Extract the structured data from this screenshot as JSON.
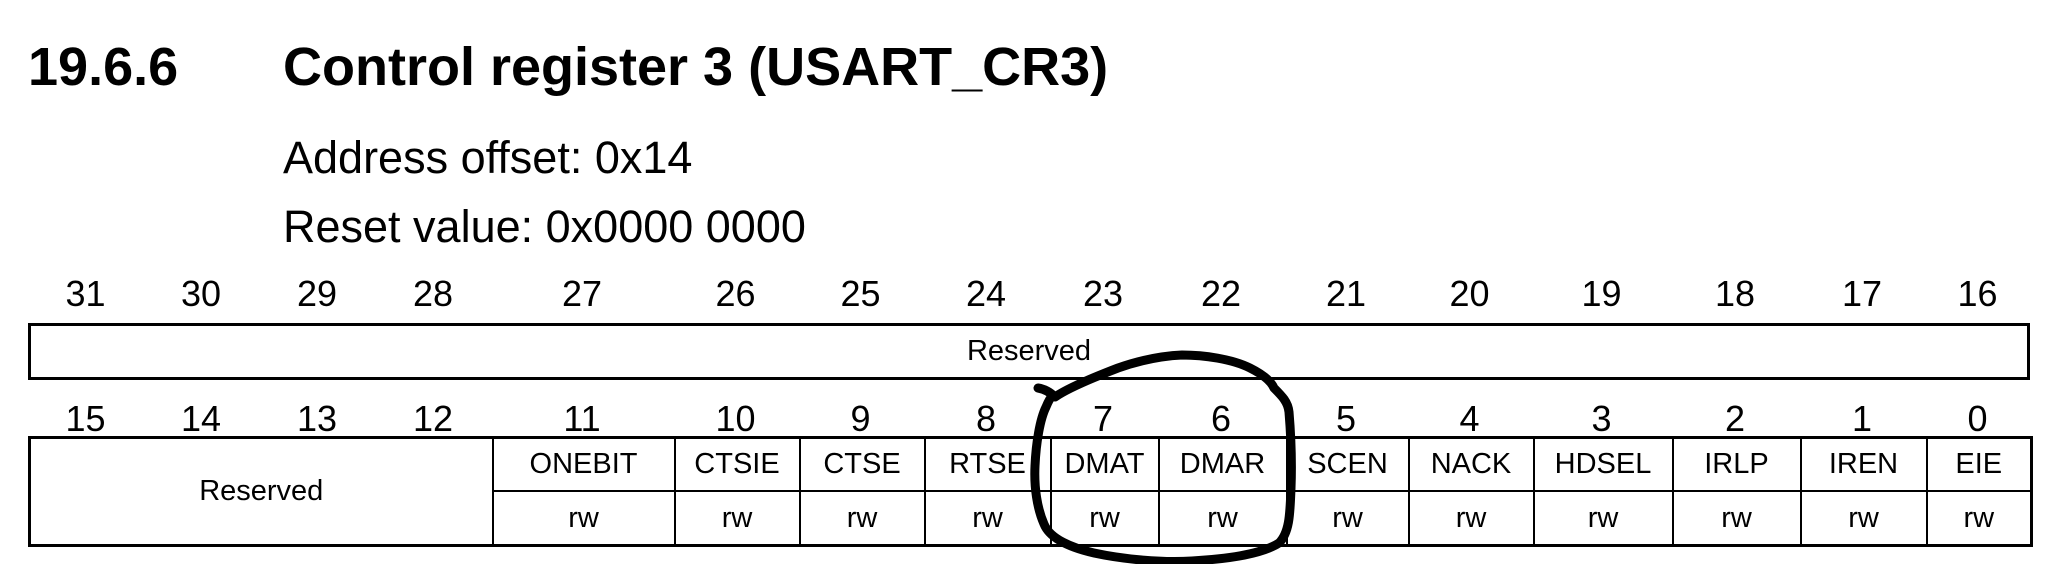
{
  "page": {
    "background": "#ffffff",
    "text_color": "#000000"
  },
  "section": {
    "number": "19.6.6",
    "title": "Control register 3 (USART_CR3)"
  },
  "details": {
    "address_offset": "Address offset: 0x14",
    "reset_value": "Reset value: 0x0000 0000"
  },
  "register": {
    "high": {
      "bits": [
        "31",
        "30",
        "29",
        "28",
        "27",
        "26",
        "25",
        "24",
        "23",
        "22",
        "21",
        "20",
        "19",
        "18",
        "17",
        "16"
      ],
      "field": {
        "name": "Reserved",
        "bits": "31:16"
      }
    },
    "low": {
      "bits": [
        "15",
        "14",
        "13",
        "12",
        "11",
        "10",
        "9",
        "8",
        "7",
        "6",
        "5",
        "4",
        "3",
        "2",
        "1",
        "0"
      ],
      "reserved": {
        "name": "Reserved",
        "bits": "15:12"
      },
      "fields": [
        {
          "name": "ONEBIT",
          "bit": "11",
          "access": "rw"
        },
        {
          "name": "CTSIE",
          "bit": "10",
          "access": "rw"
        },
        {
          "name": "CTSE",
          "bit": "9",
          "access": "rw"
        },
        {
          "name": "RTSE",
          "bit": "8",
          "access": "rw"
        },
        {
          "name": "DMAT",
          "bit": "7",
          "access": "rw"
        },
        {
          "name": "DMAR",
          "bit": "6",
          "access": "rw"
        },
        {
          "name": "SCEN",
          "bit": "5",
          "access": "rw"
        },
        {
          "name": "NACK",
          "bit": "4",
          "access": "rw"
        },
        {
          "name": "HDSEL",
          "bit": "3",
          "access": "rw"
        },
        {
          "name": "IRLP",
          "bit": "2",
          "access": "rw"
        },
        {
          "name": "IREN",
          "bit": "1",
          "access": "rw"
        },
        {
          "name": "EIE",
          "bit": "0",
          "access": "rw"
        }
      ]
    }
  },
  "annotation": {
    "type": "hand-drawn-circle",
    "around": "DMAT and DMAR (bits 7:6)",
    "color": "#000000"
  }
}
